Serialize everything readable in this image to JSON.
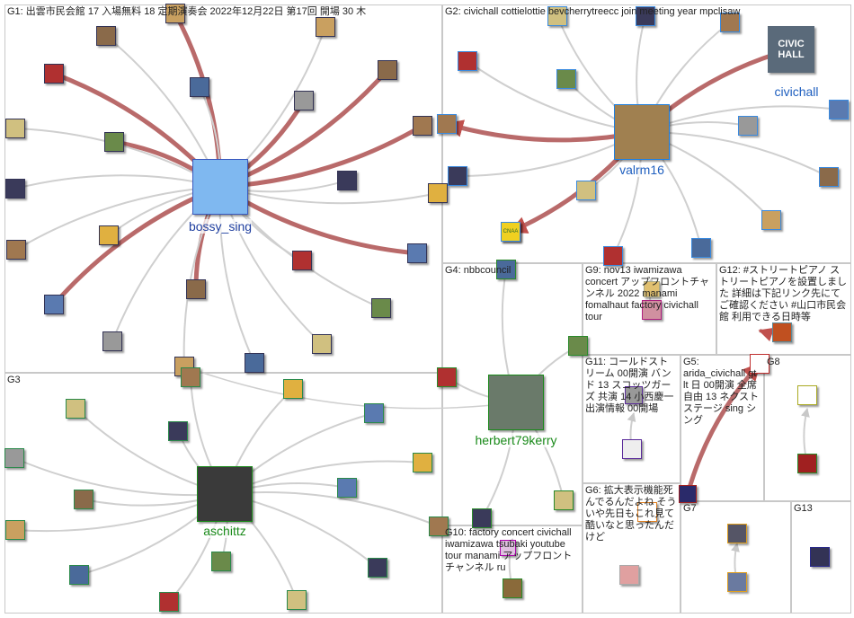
{
  "groups": [
    {
      "id": "G1",
      "label": "G1: 出雲市民会館 17 入場無料 18 定期演奏会 2022年12月22日 第17回 開場 30 木"
    },
    {
      "id": "G2",
      "label": "G2: civichall cottielottie bevcherrytreecc join meeting year mpclisaw"
    },
    {
      "id": "G3",
      "label": "G3"
    },
    {
      "id": "G4",
      "label": "G4: nbbcouncil"
    },
    {
      "id": "G9",
      "label": "G9: nov13 iwamizawa concert アップフロントチャンネル 2022 manami fomalhaut factory civichall tour"
    },
    {
      "id": "G12",
      "label": "G12: #ストリートピアノ ストリートピアノを設置しました 詳細は下記リンク先にてご確認ください #山口市民会館 利用できる日時等"
    },
    {
      "id": "G11",
      "label": "G11: コールドストリーム 00開演 バンド 13 スコッツガーズ 共演 14 小西慶一 出演情報 00開場"
    },
    {
      "id": "G5",
      "label": "G5: arida_civichall gt lt 日 00開演 全席自由 13 ネクストステージ sing シング"
    },
    {
      "id": "G8",
      "label": "G8"
    },
    {
      "id": "G6",
      "label": "G6: 拡大表示機能死んでるんだよね そういや先日もこれ見て酷いなと思ったんだけど"
    },
    {
      "id": "G7",
      "label": "G7"
    },
    {
      "id": "G13",
      "label": "G13"
    },
    {
      "id": "G10",
      "label": "G10: factory concert civichall iwamizawa tsubaki youtube tour manami アップフロントチャンネル ru"
    }
  ],
  "hubs": {
    "bossy_sing": "bossy_sing",
    "valrm16": "valrm16",
    "civichall": "civichall",
    "herbert79kerry": "herbert79kerry",
    "aschittz": "aschittz"
  },
  "logo_text": {
    "civichall": "CIVIC HALL",
    "cnaa": "CNAA"
  },
  "colors": {
    "edge": "#c8c8c8",
    "strong_edge": "#c0504d",
    "hub_label_blue": "#1f5fbf",
    "hub_label_green": "#1a8a1a"
  }
}
